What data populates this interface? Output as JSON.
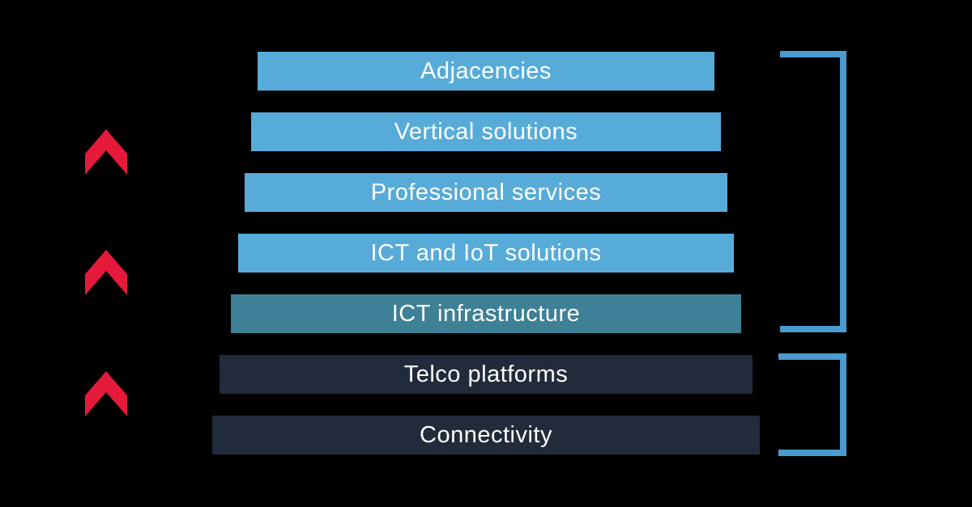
{
  "colors": {
    "background": "#000000",
    "layer_light_blue": "#57ABD9",
    "layer_teal": "#3E8095",
    "layer_dark_navy": "#222B3B",
    "arrow_red": "#E51A3B",
    "bracket_blue": "#4A9BCE",
    "text_white": "#FFFFFF"
  },
  "bars": [
    {
      "label": "Adjacencies",
      "color": "#57ABD9"
    },
    {
      "label": "Vertical solutions",
      "color": "#57ABD9"
    },
    {
      "label": "Professional services",
      "color": "#57ABD9"
    },
    {
      "label": "ICT and IoT solutions",
      "color": "#57ABD9"
    },
    {
      "label": "ICT infrastructure",
      "color": "#3E8095"
    },
    {
      "label": "Telco platforms",
      "color": "#222B3B"
    },
    {
      "label": "Connectivity",
      "color": "#222B3B"
    }
  ],
  "icons": {
    "up_arrow": "chevron-up"
  }
}
